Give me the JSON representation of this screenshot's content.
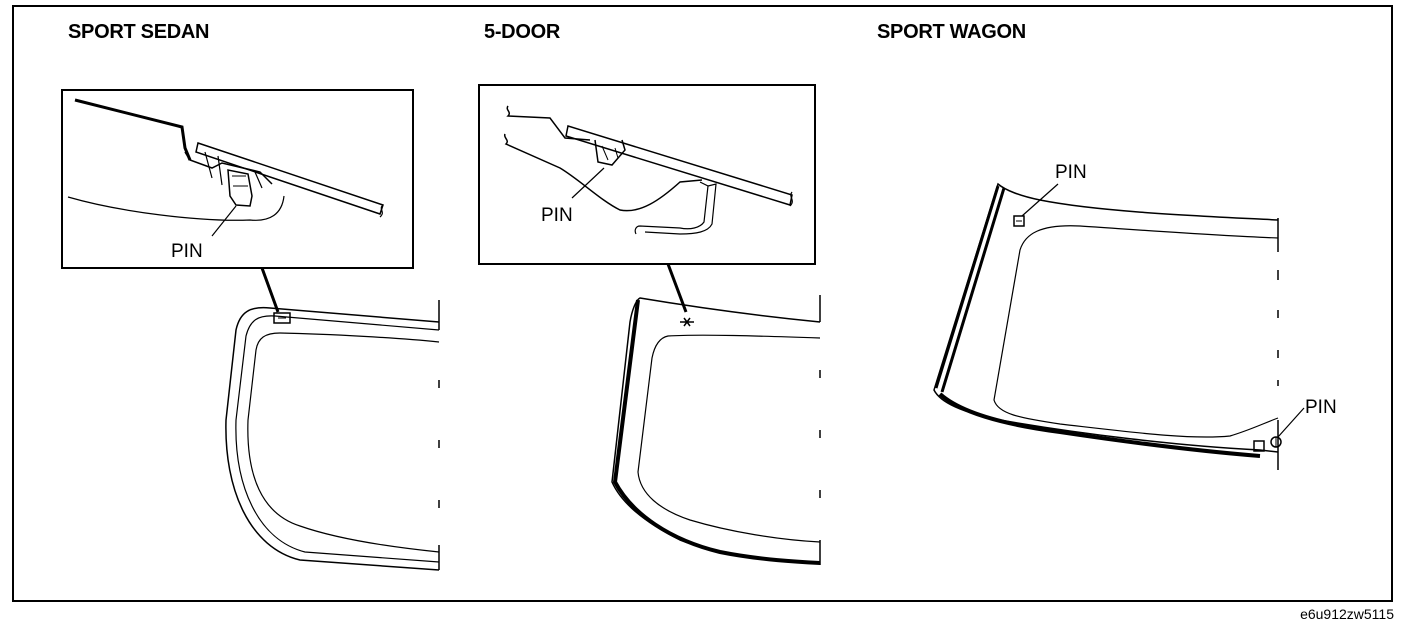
{
  "panels": {
    "sedan": {
      "title": "SPORT SEDAN",
      "pin_label": "PIN"
    },
    "fivedoor": {
      "title": "5-DOOR",
      "pin_label": "PIN"
    },
    "wagon": {
      "title": "SPORT WAGON",
      "pin_top_label": "PIN",
      "pin_bottom_label": "PIN"
    }
  },
  "figure_code": "e6u912zw5115",
  "icons": [
    "pin-icon",
    "clip-icon"
  ]
}
